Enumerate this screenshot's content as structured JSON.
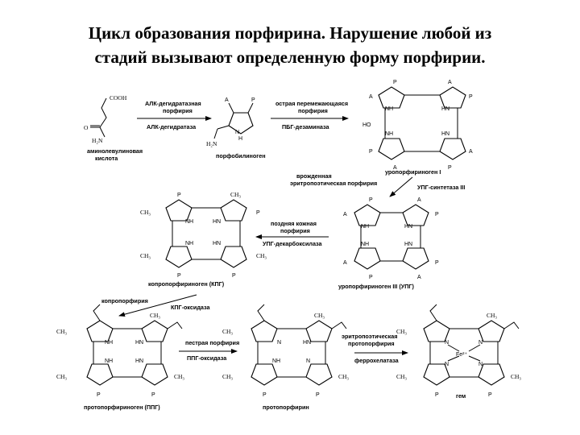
{
  "title_line1": "Цикл образования порфирина. Нарушение любой из",
  "title_line2": "стадий вызывают определенную форму порфирии.",
  "substances": {
    "ala": [
      "аминолевулиновая",
      "кислота"
    ],
    "pbg": "порфобилиноген",
    "uro1": "уропорфириноген I",
    "uro3": "уропорфириноген III (УПГ)",
    "copro": "копропорфириноген (КПГ)",
    "proto_gen": "протопорфириноген (ППГ)",
    "proto": "протопорфирин",
    "heme": "гем"
  },
  "enzymes": {
    "ala_dehydratase": "АЛК-дегидратаза",
    "pbg_deaminase": "ПБГ-дезаминаза",
    "upg_synthase": "УПГ-синтетаза III",
    "upg_decarboxylase": "УПГ-декарбоксилаза",
    "kpg_oxidase": "КПГ-оксидаза",
    "ppg_oxidase": "ППГ-оксидаза",
    "ferrochelatase": "феррохелатаза"
  },
  "porphyrias": {
    "ala_def": [
      "АЛК-дегидратазная",
      "порфирия"
    ],
    "acute": [
      "острая перемежающаяся",
      "порфирия"
    ],
    "congenital": [
      "врожденная",
      "эритропоэтическая порфирия"
    ],
    "cutanea": [
      "поздняя кожная",
      "порфирия"
    ],
    "copro": "копропорфирия",
    "variegate": "пестрая порфирия",
    "ep_proto": [
      "эритропоэтическая",
      "протопорфирия"
    ]
  },
  "atoms": {
    "cooh": "COOH",
    "h2n": "H₂N",
    "o": "O",
    "nh": "NH",
    "hn": "HN",
    "n": "N",
    "h": "H",
    "ho": "HO",
    "a": "A",
    "p": "P",
    "ch3": "CH₃",
    "fe": "Fe²⁺"
  }
}
